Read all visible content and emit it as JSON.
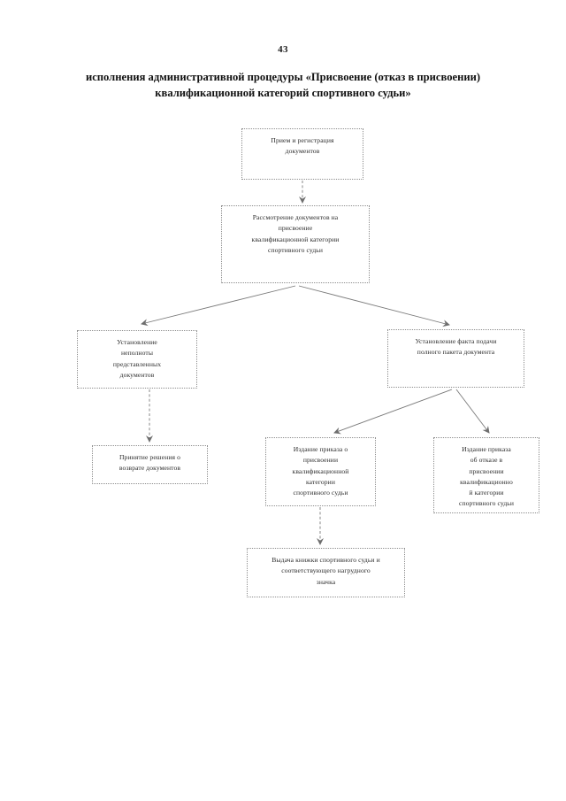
{
  "document": {
    "page_number": "43",
    "title": "исполнения административной процедуры «Присвоение (отказ в присвоении) квалификационной категорий спортивного судьи»"
  },
  "chart_data": {
    "type": "diagram",
    "title": "исполнения административной процедуры «Присвоение (отказ в присвоении) квалификационной категорий спортивного судьи»",
    "nodes": [
      {
        "id": "n1",
        "label": "Прием и регистрация\nдокументов"
      },
      {
        "id": "n2",
        "label": "Рассмотрение документов на\nприсвоение\nквалификационной категории\nспортивного судьи"
      },
      {
        "id": "n3",
        "label": "Установление\nнеполноты\nпредставленных\nдокументов"
      },
      {
        "id": "n4",
        "label": "Установление факта подачи\nполного пакета документа"
      },
      {
        "id": "n5",
        "label": "Принятие решения о\nвозврате документов"
      },
      {
        "id": "n6",
        "label": "Издание приказа о\nприсвоении\nквалификационной\nкатегории\nспортивного судьи"
      },
      {
        "id": "n7",
        "label": "Издание приказа\nоб отказе в\nприсвоении\nквалификационно\nй категории\nспортивного судьи"
      },
      {
        "id": "n8",
        "label": "Выдача книжки спортивного судьи и\nсоответствующего нагрудного\nзначка"
      }
    ],
    "edges": [
      {
        "from": "n1",
        "to": "n2"
      },
      {
        "from": "n2",
        "to": "n3"
      },
      {
        "from": "n2",
        "to": "n4"
      },
      {
        "from": "n3",
        "to": "n5"
      },
      {
        "from": "n4",
        "to": "n6"
      },
      {
        "from": "n4",
        "to": "n7"
      },
      {
        "from": "n6",
        "to": "n8"
      }
    ],
    "edge_style": "dashed-arrow",
    "node_border_color": "#8d8d8d",
    "arrow_color": "#6e6e6e"
  }
}
